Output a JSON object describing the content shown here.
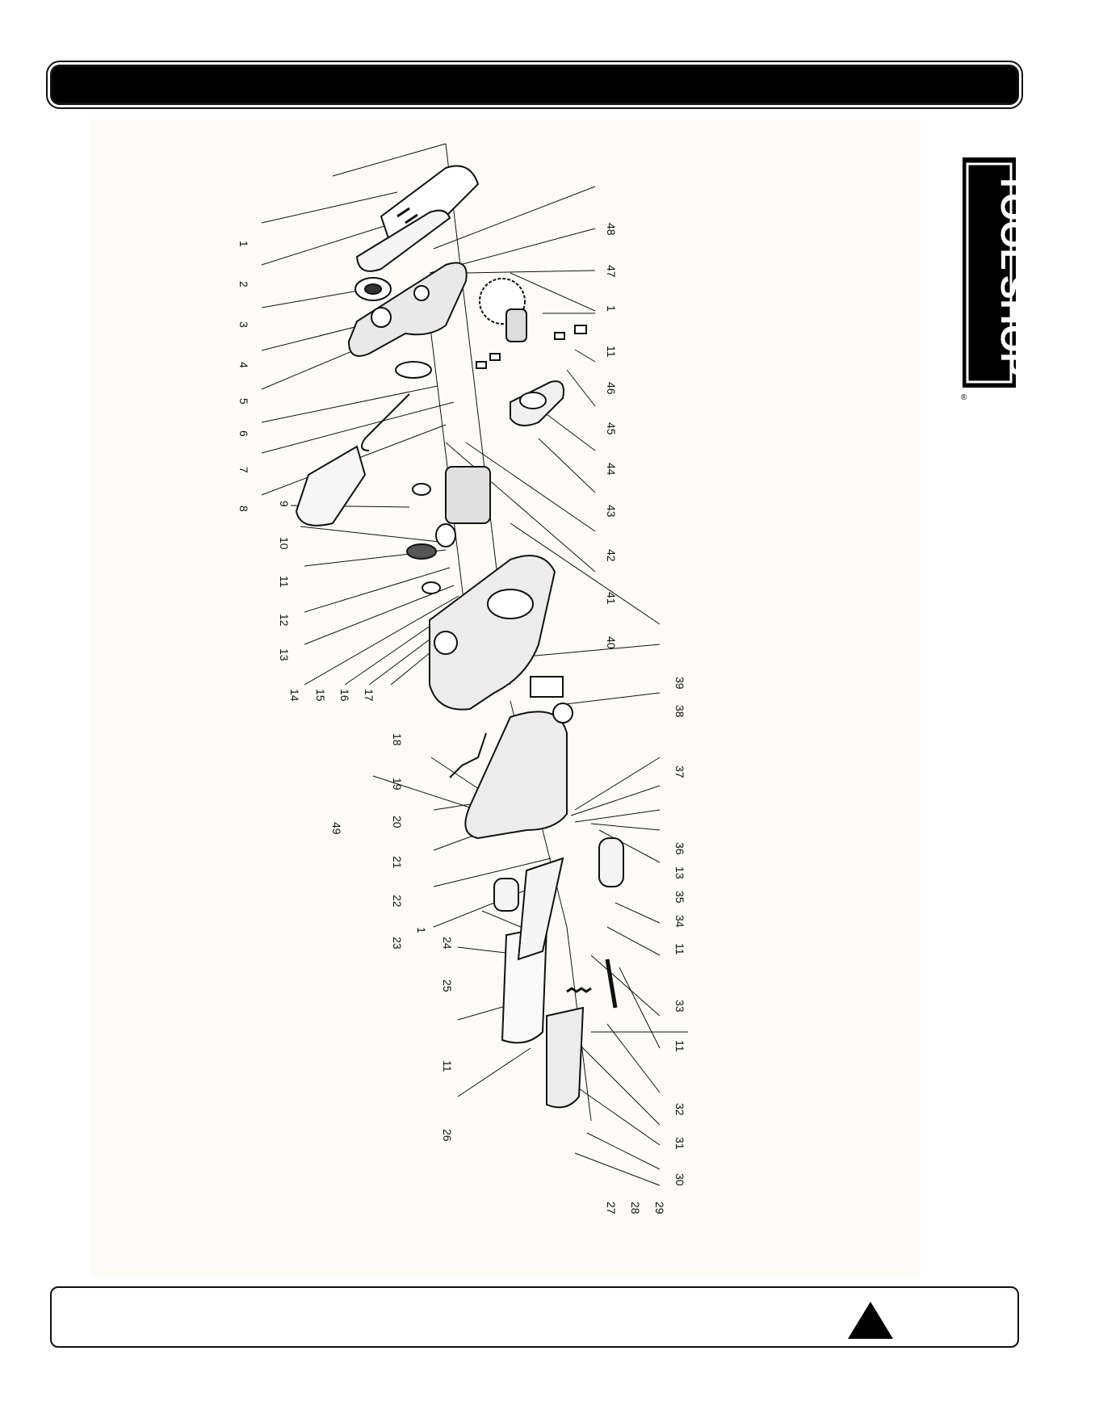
{
  "header": {
    "title": ""
  },
  "logo": {
    "line1": "TOOL",
    "line2": "SHOP",
    "mark": "®",
    "icon": "toolshop-logo"
  },
  "parts": [
    {
      "id": "p1a",
      "num": "1"
    },
    {
      "id": "p2",
      "num": "2"
    },
    {
      "id": "p3",
      "num": "3"
    },
    {
      "id": "p4",
      "num": "4"
    },
    {
      "id": "p5",
      "num": "5"
    },
    {
      "id": "p6",
      "num": "6"
    },
    {
      "id": "p7",
      "num": "7"
    },
    {
      "id": "p8",
      "num": "8"
    },
    {
      "id": "p9",
      "num": "9"
    },
    {
      "id": "p10",
      "num": "10"
    },
    {
      "id": "p11a",
      "num": "11"
    },
    {
      "id": "p12",
      "num": "12"
    },
    {
      "id": "p13a",
      "num": "13"
    },
    {
      "id": "p14",
      "num": "14"
    },
    {
      "id": "p15",
      "num": "15"
    },
    {
      "id": "p16",
      "num": "16"
    },
    {
      "id": "p17",
      "num": "17"
    },
    {
      "id": "p18",
      "num": "18"
    },
    {
      "id": "p19",
      "num": "19"
    },
    {
      "id": "p20",
      "num": "20"
    },
    {
      "id": "p21",
      "num": "21"
    },
    {
      "id": "p22",
      "num": "22"
    },
    {
      "id": "p23",
      "num": "23"
    },
    {
      "id": "p24",
      "num": "24"
    },
    {
      "id": "p1c",
      "num": "1"
    },
    {
      "id": "p25",
      "num": "25"
    },
    {
      "id": "p11c",
      "num": "11"
    },
    {
      "id": "p26",
      "num": "26"
    },
    {
      "id": "p27",
      "num": "27"
    },
    {
      "id": "p28",
      "num": "28"
    },
    {
      "id": "p29",
      "num": "29"
    },
    {
      "id": "p30",
      "num": "30"
    },
    {
      "id": "p31",
      "num": "31"
    },
    {
      "id": "p32",
      "num": "32"
    },
    {
      "id": "p11e",
      "num": "11"
    },
    {
      "id": "p33",
      "num": "33"
    },
    {
      "id": "p11d",
      "num": "11"
    },
    {
      "id": "p34",
      "num": "34"
    },
    {
      "id": "p35",
      "num": "35"
    },
    {
      "id": "p13b",
      "num": "13"
    },
    {
      "id": "p36",
      "num": "36"
    },
    {
      "id": "p37",
      "num": "37"
    },
    {
      "id": "p38",
      "num": "38"
    },
    {
      "id": "p39",
      "num": "39"
    },
    {
      "id": "p40",
      "num": "40"
    },
    {
      "id": "p41",
      "num": "41"
    },
    {
      "id": "p42",
      "num": "42"
    },
    {
      "id": "p43",
      "num": "43"
    },
    {
      "id": "p44",
      "num": "44"
    },
    {
      "id": "p45",
      "num": "45"
    },
    {
      "id": "p46",
      "num": "46"
    },
    {
      "id": "p11b",
      "num": "11"
    },
    {
      "id": "p1b",
      "num": "1"
    },
    {
      "id": "p47",
      "num": "47"
    },
    {
      "id": "p48",
      "num": "48"
    },
    {
      "id": "p49",
      "num": "49"
    }
  ],
  "footer": {
    "text": "",
    "warning_icon": "warning-triangle-icon"
  }
}
